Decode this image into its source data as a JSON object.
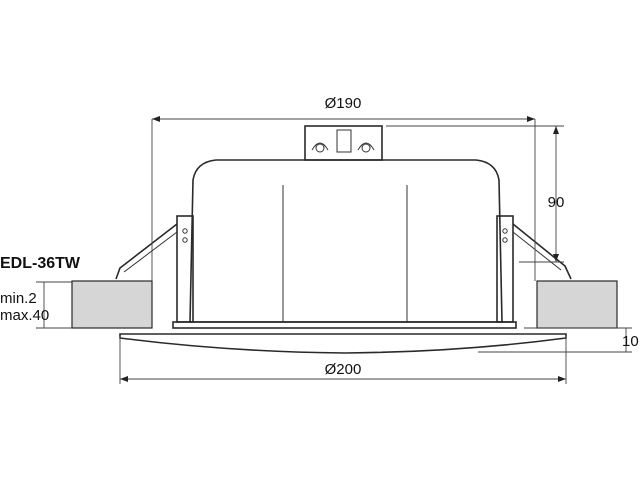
{
  "model": "EDL-36TW",
  "dimensions": {
    "top_diameter": "Ø190",
    "height": "90",
    "bottom_diameter": "Ø200",
    "flange_thickness": "10",
    "ceiling_min": "min.2",
    "ceiling_max": "max.40"
  },
  "colors": {
    "line": "#2a2a2a",
    "ceiling_fill": "#d6d6d6"
  }
}
